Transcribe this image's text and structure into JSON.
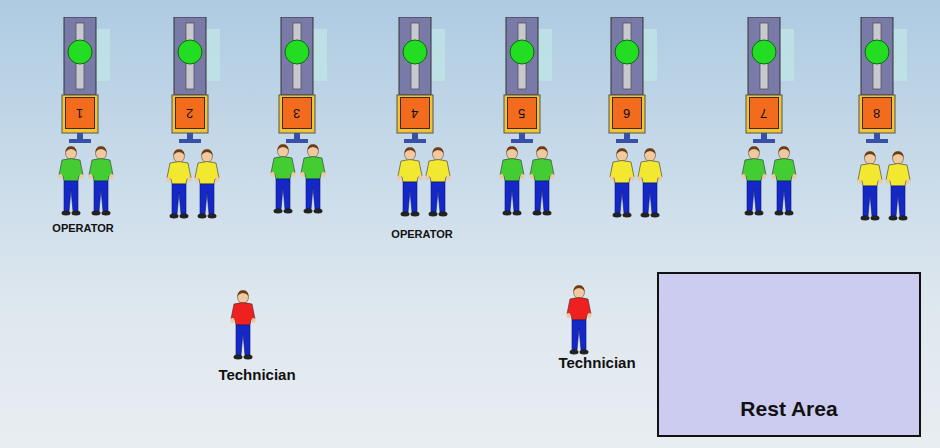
{
  "diagram": {
    "nodes": [
      {
        "text": [
          "1"
        ]
      },
      {
        "text": [
          "2"
        ]
      },
      {
        "text": [
          "3"
        ]
      },
      {
        "text": [
          "4"
        ]
      },
      {
        "text": [
          "5"
        ]
      },
      {
        "text": [
          "6"
        ]
      },
      {
        "text": [
          "7"
        ]
      },
      {
        "text": [
          "8"
        ]
      },
      {
        "text": [
          "Rest Area"
        ]
      }
    ],
    "labels": [
      "OPERATOR",
      "OPERATOR",
      "Technician",
      "Technician"
    ]
  }
}
